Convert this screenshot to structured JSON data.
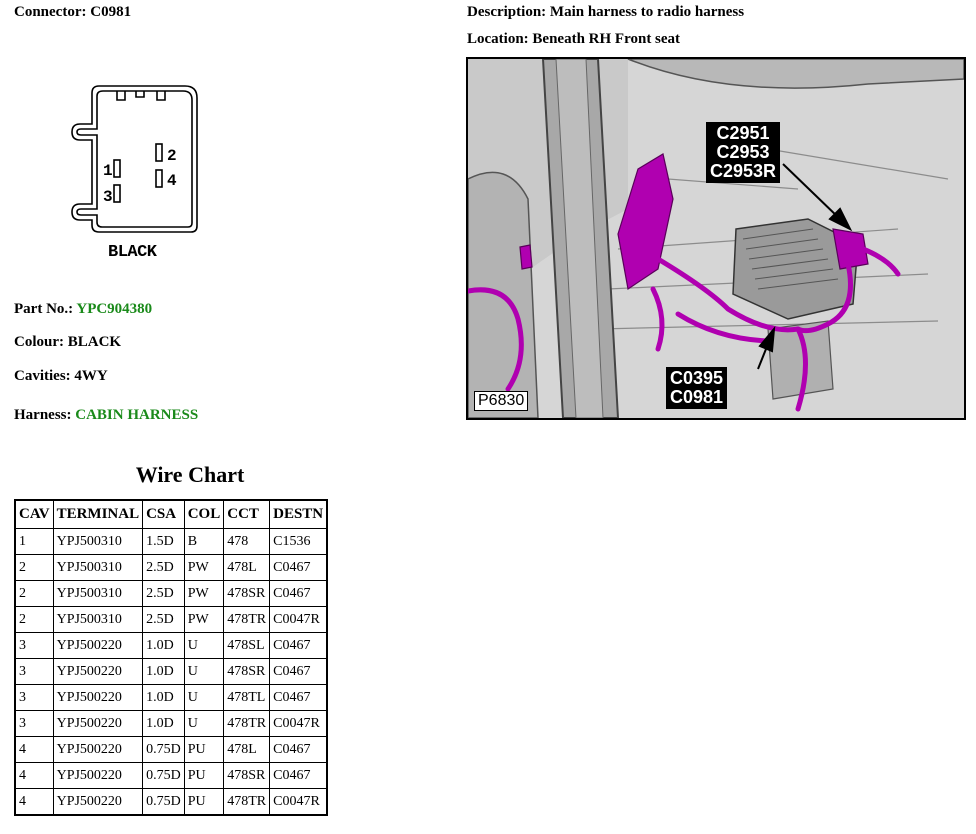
{
  "connector": {
    "label": "Connector:",
    "id": "C0981",
    "caption": "BLACK",
    "pins": [
      "1",
      "2",
      "3",
      "4"
    ]
  },
  "description": {
    "label": "Description:",
    "value": "Main harness to radio harness"
  },
  "location": {
    "label": "Location:",
    "value": "Beneath RH Front seat"
  },
  "figure": {
    "callout_top": [
      "C2951",
      "C2953",
      "C2953R"
    ],
    "callout_bottom": [
      "C0395",
      "C0981"
    ],
    "ref": "P6830",
    "harness_color": "#b000b0"
  },
  "part": {
    "label": "Part No.:",
    "value": "YPC904380"
  },
  "colour": {
    "label": "Colour:",
    "value": "BLACK"
  },
  "cavities": {
    "label": "Cavities:",
    "value": "4WY"
  },
  "harness": {
    "label": "Harness:",
    "value": "CABIN HARNESS"
  },
  "wire_chart": {
    "title": "Wire Chart",
    "headers": [
      "CAV",
      "TERMINAL",
      "CSA",
      "COL",
      "CCT",
      "DESTN"
    ],
    "rows": [
      [
        "1",
        "YPJ500310",
        "1.5D",
        "B",
        "478",
        "C1536"
      ],
      [
        "2",
        "YPJ500310",
        "2.5D",
        "PW",
        "478L",
        "C0467"
      ],
      [
        "2",
        "YPJ500310",
        "2.5D",
        "PW",
        "478SR",
        "C0467"
      ],
      [
        "2",
        "YPJ500310",
        "2.5D",
        "PW",
        "478TR",
        "C0047R"
      ],
      [
        "3",
        "YPJ500220",
        "1.0D",
        "U",
        "478SL",
        "C0467"
      ],
      [
        "3",
        "YPJ500220",
        "1.0D",
        "U",
        "478SR",
        "C0467"
      ],
      [
        "3",
        "YPJ500220",
        "1.0D",
        "U",
        "478TL",
        "C0467"
      ],
      [
        "3",
        "YPJ500220",
        "1.0D",
        "U",
        "478TR",
        "C0047R"
      ],
      [
        "4",
        "YPJ500220",
        "0.75D",
        "PU",
        "478L",
        "C0467"
      ],
      [
        "4",
        "YPJ500220",
        "0.75D",
        "PU",
        "478SR",
        "C0467"
      ],
      [
        "4",
        "YPJ500220",
        "0.75D",
        "PU",
        "478TR",
        "C0047R"
      ]
    ]
  },
  "colors": {
    "link_green": "#1a8a1a"
  }
}
